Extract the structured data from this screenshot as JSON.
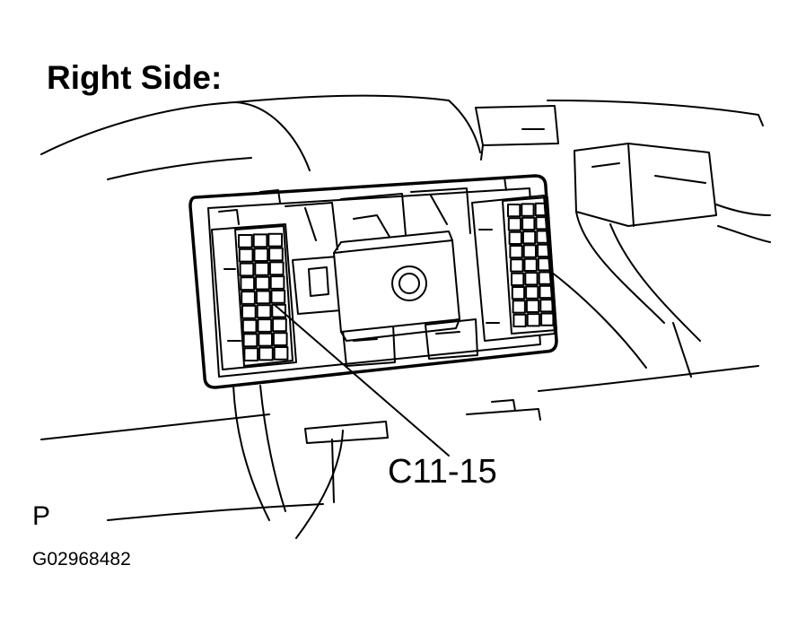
{
  "diagram": {
    "title": "Right Side:",
    "callout_label": "C11-15",
    "view_code": "P",
    "figure_id": "G02968482"
  }
}
